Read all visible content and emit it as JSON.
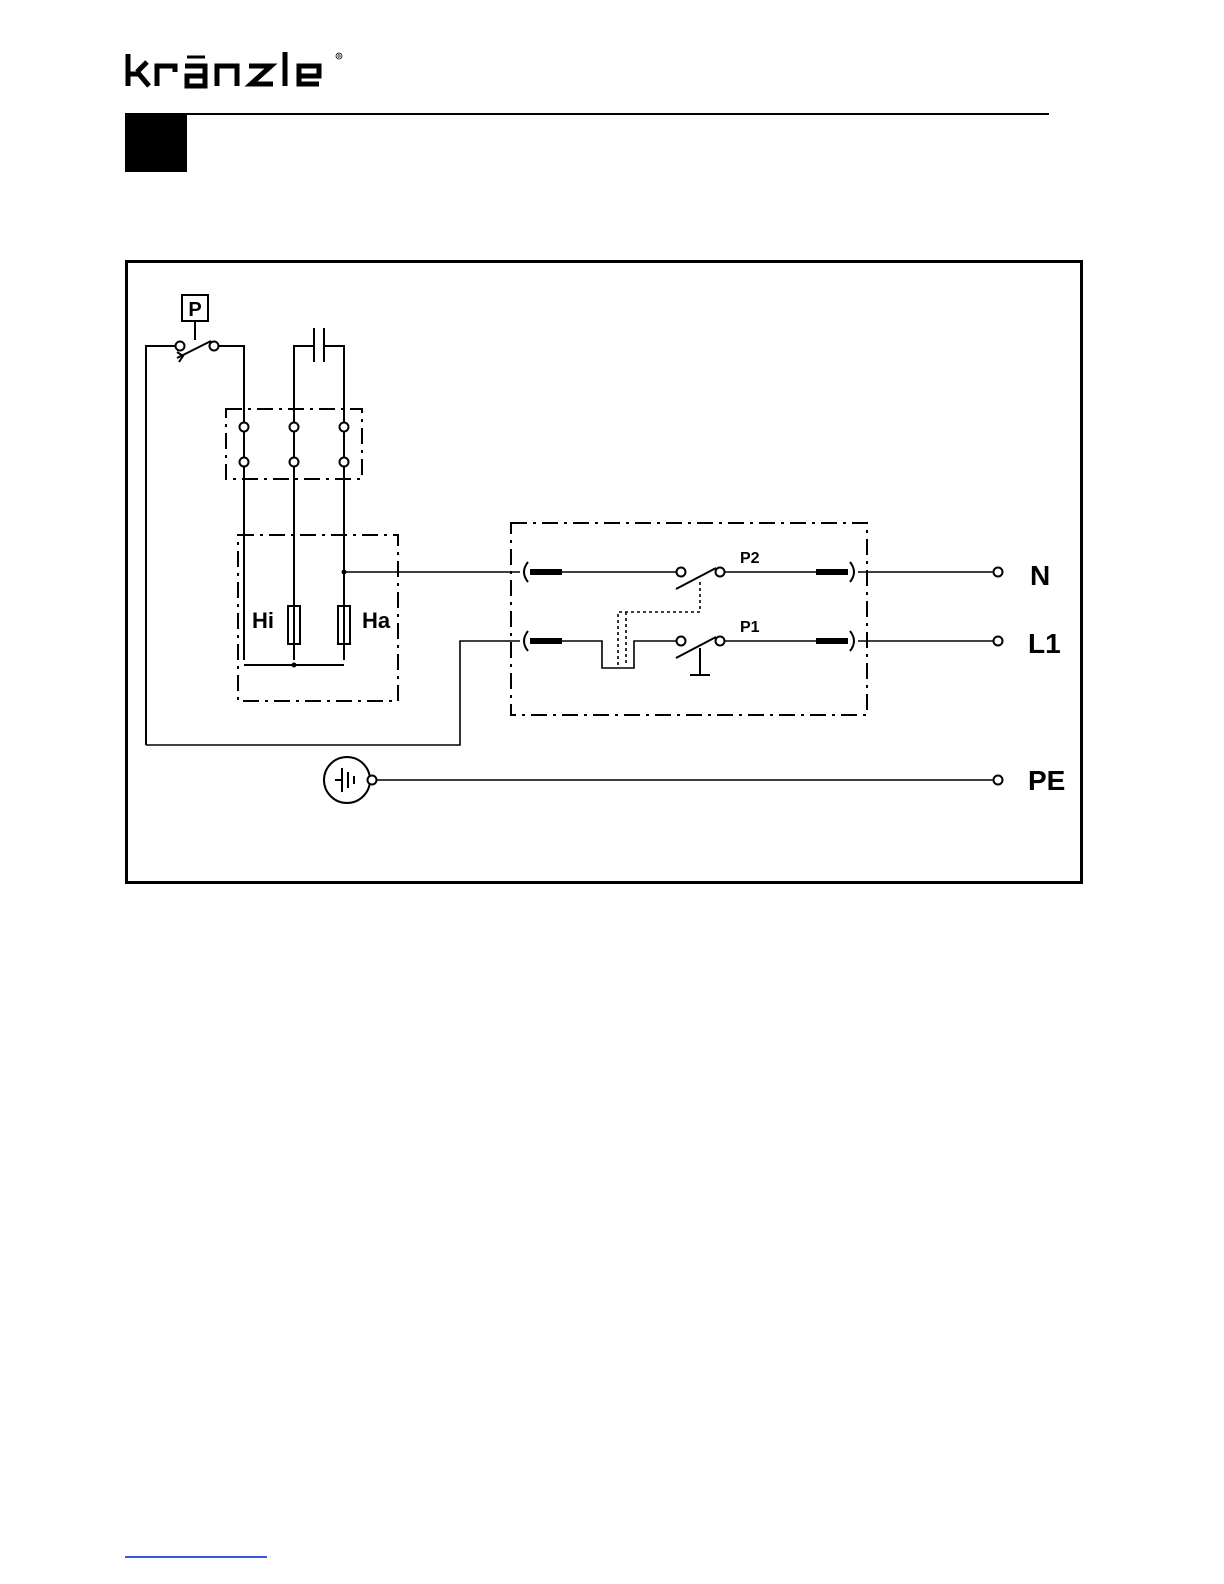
{
  "header": {
    "brand_logo": "kranzle",
    "brand_logo_text": "kränzle",
    "registered_mark": "®"
  },
  "diagram": {
    "pressure_switch_label": "P",
    "heater_inner_label": "Hi",
    "heater_outer_label": "Ha",
    "switch_p2_label": "P2",
    "switch_p1_label": "P1",
    "terminals": {
      "neutral": "N",
      "line": "L1",
      "protective_earth": "PE"
    }
  }
}
